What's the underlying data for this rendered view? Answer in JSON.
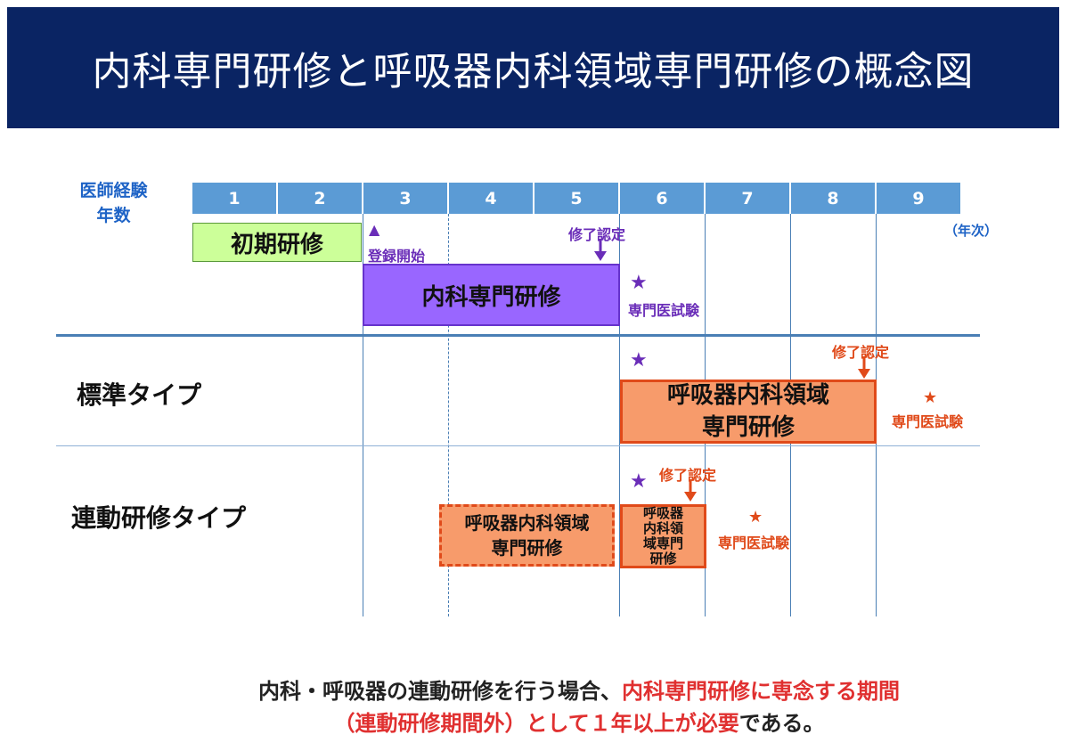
{
  "title": "内科専門研修と呼吸器内科領域専門研修の概念図",
  "axis": {
    "label": "医師経験\n年数",
    "years": [
      "1",
      "2",
      "3",
      "4",
      "5",
      "6",
      "7",
      "8",
      "9"
    ],
    "unit": "（年次）"
  },
  "top": {
    "initial_training": "初期研修",
    "registration_marker": "▲",
    "registration": "登録開始",
    "completion": "修了認定",
    "internal_training": "内科専門研修",
    "exam": "専門医試験"
  },
  "standard": {
    "label": "標準タイプ",
    "box_line1": "呼吸器内科領域",
    "box_line2": "専門研修",
    "completion": "修了認定",
    "exam": "専門医試験"
  },
  "linked": {
    "label": "連動研修タイプ",
    "dashed_line1": "呼吸器内科領域",
    "dashed_line2": "専門研修",
    "small_lines": [
      "呼吸器",
      "内科領",
      "域専門",
      "研修"
    ],
    "completion": "修了認定",
    "exam": "専門医試験"
  },
  "footnote": {
    "part1": "内科・呼吸器の連動研修を行う場合、",
    "part2": "内科専門研修に専念する期間",
    "part3": "（連動研修期間外）として１年以上が必要",
    "part4": "である。"
  },
  "colors": {
    "header": "#0a2463",
    "axis": "#5b9bd5",
    "initial": "#ccff99",
    "internal": "#9966ff",
    "respiratory": "#f79b6b",
    "accent_red": "#e04a1a",
    "accent_purple": "#6a2db8"
  },
  "icons": {
    "star": "★",
    "arrow": "down-arrow"
  }
}
